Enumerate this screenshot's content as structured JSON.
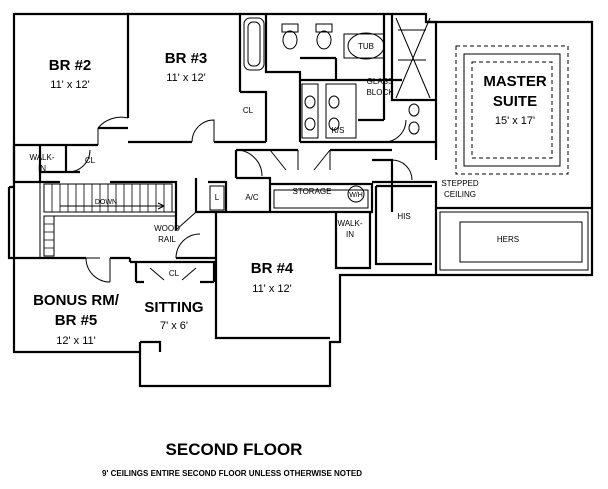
{
  "floor_title": "SECOND FLOOR",
  "footnote": "9' CEILINGS ENTIRE SECOND FLOOR UNLESS OTHERWISE NOTED",
  "rooms": {
    "br2": {
      "name": "BR #2",
      "size": "11' x 12'"
    },
    "br3": {
      "name": "BR #3",
      "size": "11' x 12'"
    },
    "br4": {
      "name": "BR #4",
      "size": "11' x 12'"
    },
    "master": {
      "name_line1": "MASTER",
      "name_line2": "SUITE",
      "size": "15' x 17'"
    },
    "bonus": {
      "name_line1": "BONUS RM/",
      "name_line2": "BR #5",
      "size": "12' x 11'"
    },
    "sitting": {
      "name": "SITTING",
      "size": "7' x 6'"
    }
  },
  "labels": {
    "tub": "TUB",
    "glass_block_1": "GLASS",
    "glass_block_2": "BLOCK",
    "ks": "K/S",
    "cl_br3": "CL",
    "cl_walkin": "CL",
    "cl_sitting": "CL",
    "walkin_1": "WALK-",
    "walkin_2": "IN",
    "walkin_master_1": "WALK-",
    "walkin_master_2": "IN",
    "down": "DOWN",
    "wood_rail_1": "WOOD",
    "wood_rail_2": "RAIL",
    "linen": "L",
    "ac": "A/C",
    "storage": "STORAGE",
    "wh": "W/H",
    "stepped_1": "STEPPED",
    "stepped_2": "CEILING",
    "his": "HIS",
    "hers": "HERS"
  }
}
